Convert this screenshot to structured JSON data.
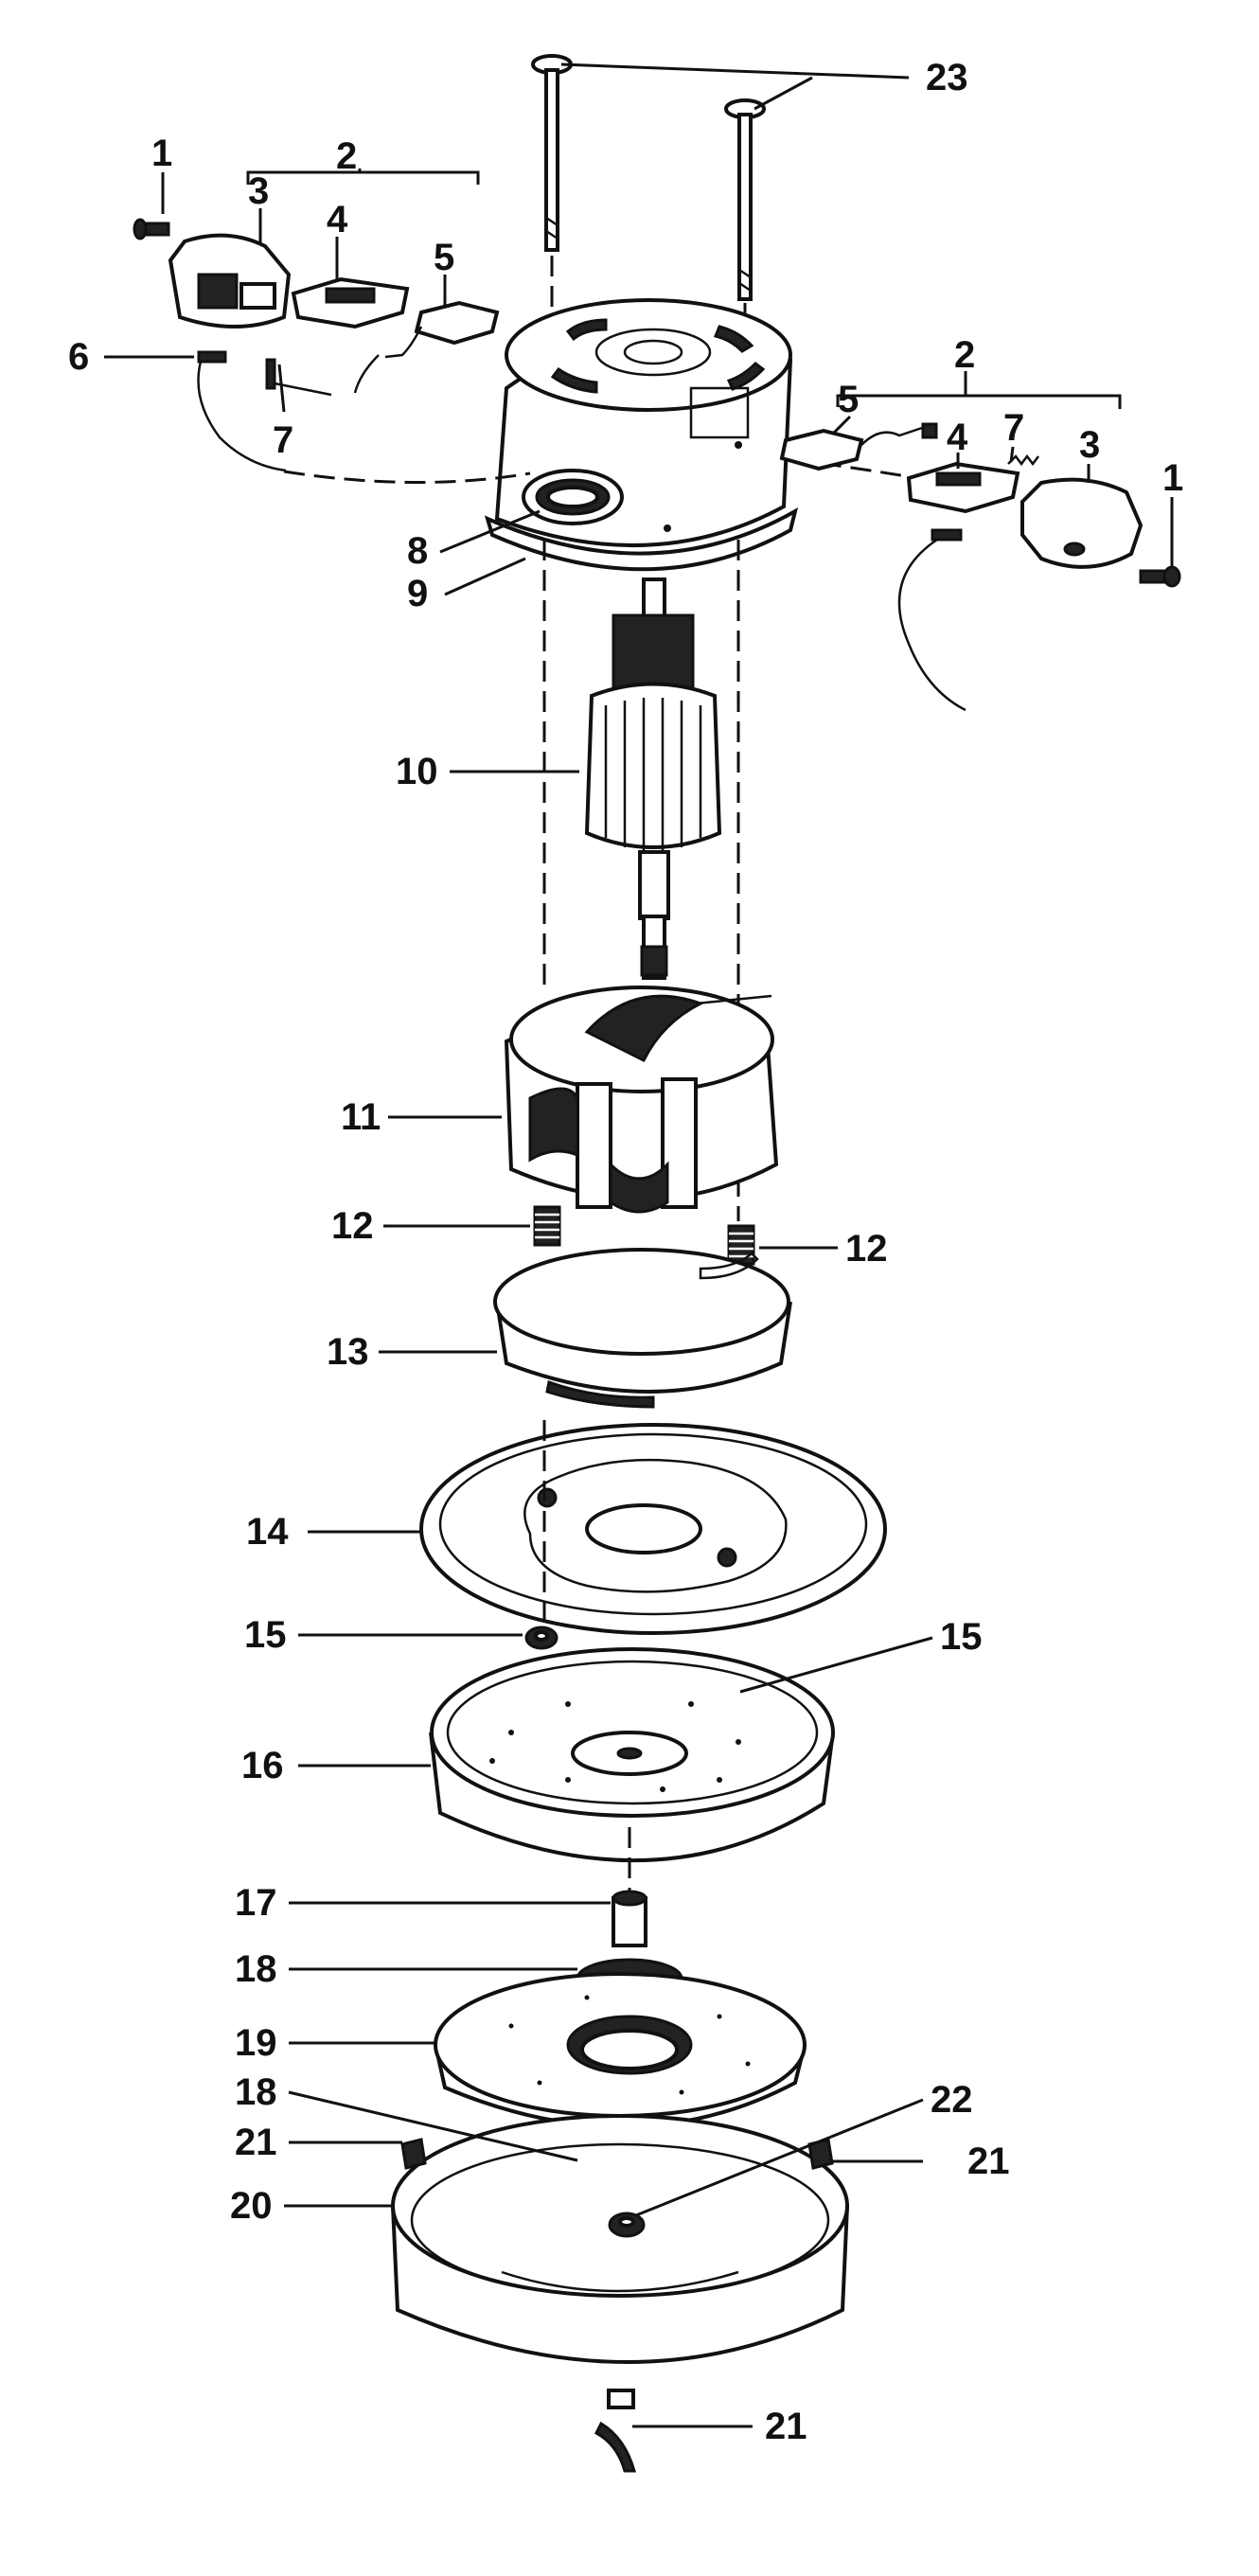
{
  "diagram": {
    "callouts": [
      {
        "id": "c1l",
        "text": "1"
      },
      {
        "id": "c1r",
        "text": "1"
      },
      {
        "id": "c2l",
        "text": "2"
      },
      {
        "id": "c2r",
        "text": "2"
      },
      {
        "id": "c3l",
        "text": "3"
      },
      {
        "id": "c3r",
        "text": "3"
      },
      {
        "id": "c4l",
        "text": "4"
      },
      {
        "id": "c4r",
        "text": "4"
      },
      {
        "id": "c5l",
        "text": "5"
      },
      {
        "id": "c5r",
        "text": "5"
      },
      {
        "id": "c6",
        "text": "6"
      },
      {
        "id": "c7l",
        "text": "7"
      },
      {
        "id": "c7r",
        "text": "7"
      },
      {
        "id": "c8",
        "text": "8"
      },
      {
        "id": "c9",
        "text": "9"
      },
      {
        "id": "c10",
        "text": "10"
      },
      {
        "id": "c11",
        "text": "11"
      },
      {
        "id": "c12l",
        "text": "12"
      },
      {
        "id": "c12r",
        "text": "12"
      },
      {
        "id": "c13",
        "text": "13"
      },
      {
        "id": "c14",
        "text": "14"
      },
      {
        "id": "c15l",
        "text": "15"
      },
      {
        "id": "c15r",
        "text": "15"
      },
      {
        "id": "c16",
        "text": "16"
      },
      {
        "id": "c17",
        "text": "17"
      },
      {
        "id": "c18a",
        "text": "18"
      },
      {
        "id": "c18b",
        "text": "18"
      },
      {
        "id": "c19",
        "text": "19"
      },
      {
        "id": "c20",
        "text": "20"
      },
      {
        "id": "c21l",
        "text": "21"
      },
      {
        "id": "c21r",
        "text": "21"
      },
      {
        "id": "c21b",
        "text": "21"
      },
      {
        "id": "c22",
        "text": "22"
      },
      {
        "id": "c23",
        "text": "23"
      }
    ]
  }
}
